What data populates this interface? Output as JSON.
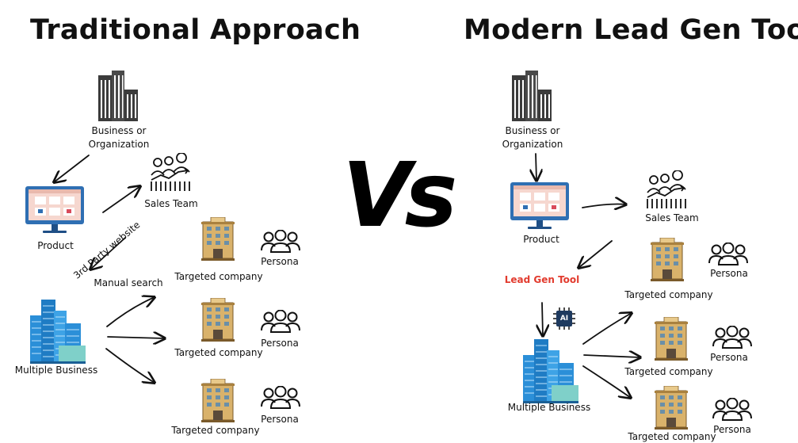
{
  "titles": {
    "left": "Traditional Approach",
    "right": "Modern Lead Gen Tool",
    "vs": "Vs"
  },
  "left": {
    "business": "Business or\nOrganization",
    "sales_team": "Sales Team",
    "product": "Product",
    "third_party": "3rd Party website",
    "manual_search": "Manual search",
    "multiple_business": "Multiple Business",
    "targets": [
      {
        "company": "Targeted company",
        "persona": "Persona"
      },
      {
        "company": "Targeted company",
        "persona": "Persona"
      },
      {
        "company": "Targeted company",
        "persona": "Persona"
      }
    ]
  },
  "right": {
    "business": "Business or\nOrganization",
    "sales_team": "Sales Team",
    "product": "Product",
    "lead_gen_tool": "Lead Gen Tool",
    "multiple_business": "Multiple Business",
    "ai_chip": "AI",
    "targets": [
      {
        "company": "Targeted company",
        "persona": "Persona"
      },
      {
        "company": "Targeted company",
        "persona": "Persona"
      },
      {
        "company": "Targeted company",
        "persona": "Persona"
      }
    ]
  },
  "colors": {
    "lead_gen_tool": "#e23b2e",
    "monitor_frame": "#2f6fb3",
    "screen": "#f6d7cf",
    "city_blue": "#2b8fd8",
    "building_gold": "#d9b26b"
  },
  "icons": [
    "office-building-icon",
    "monitor-icon",
    "sales-team-icon",
    "hotel-building-icon",
    "persona-group-icon",
    "city-skyline-icon",
    "ai-chip-icon"
  ]
}
